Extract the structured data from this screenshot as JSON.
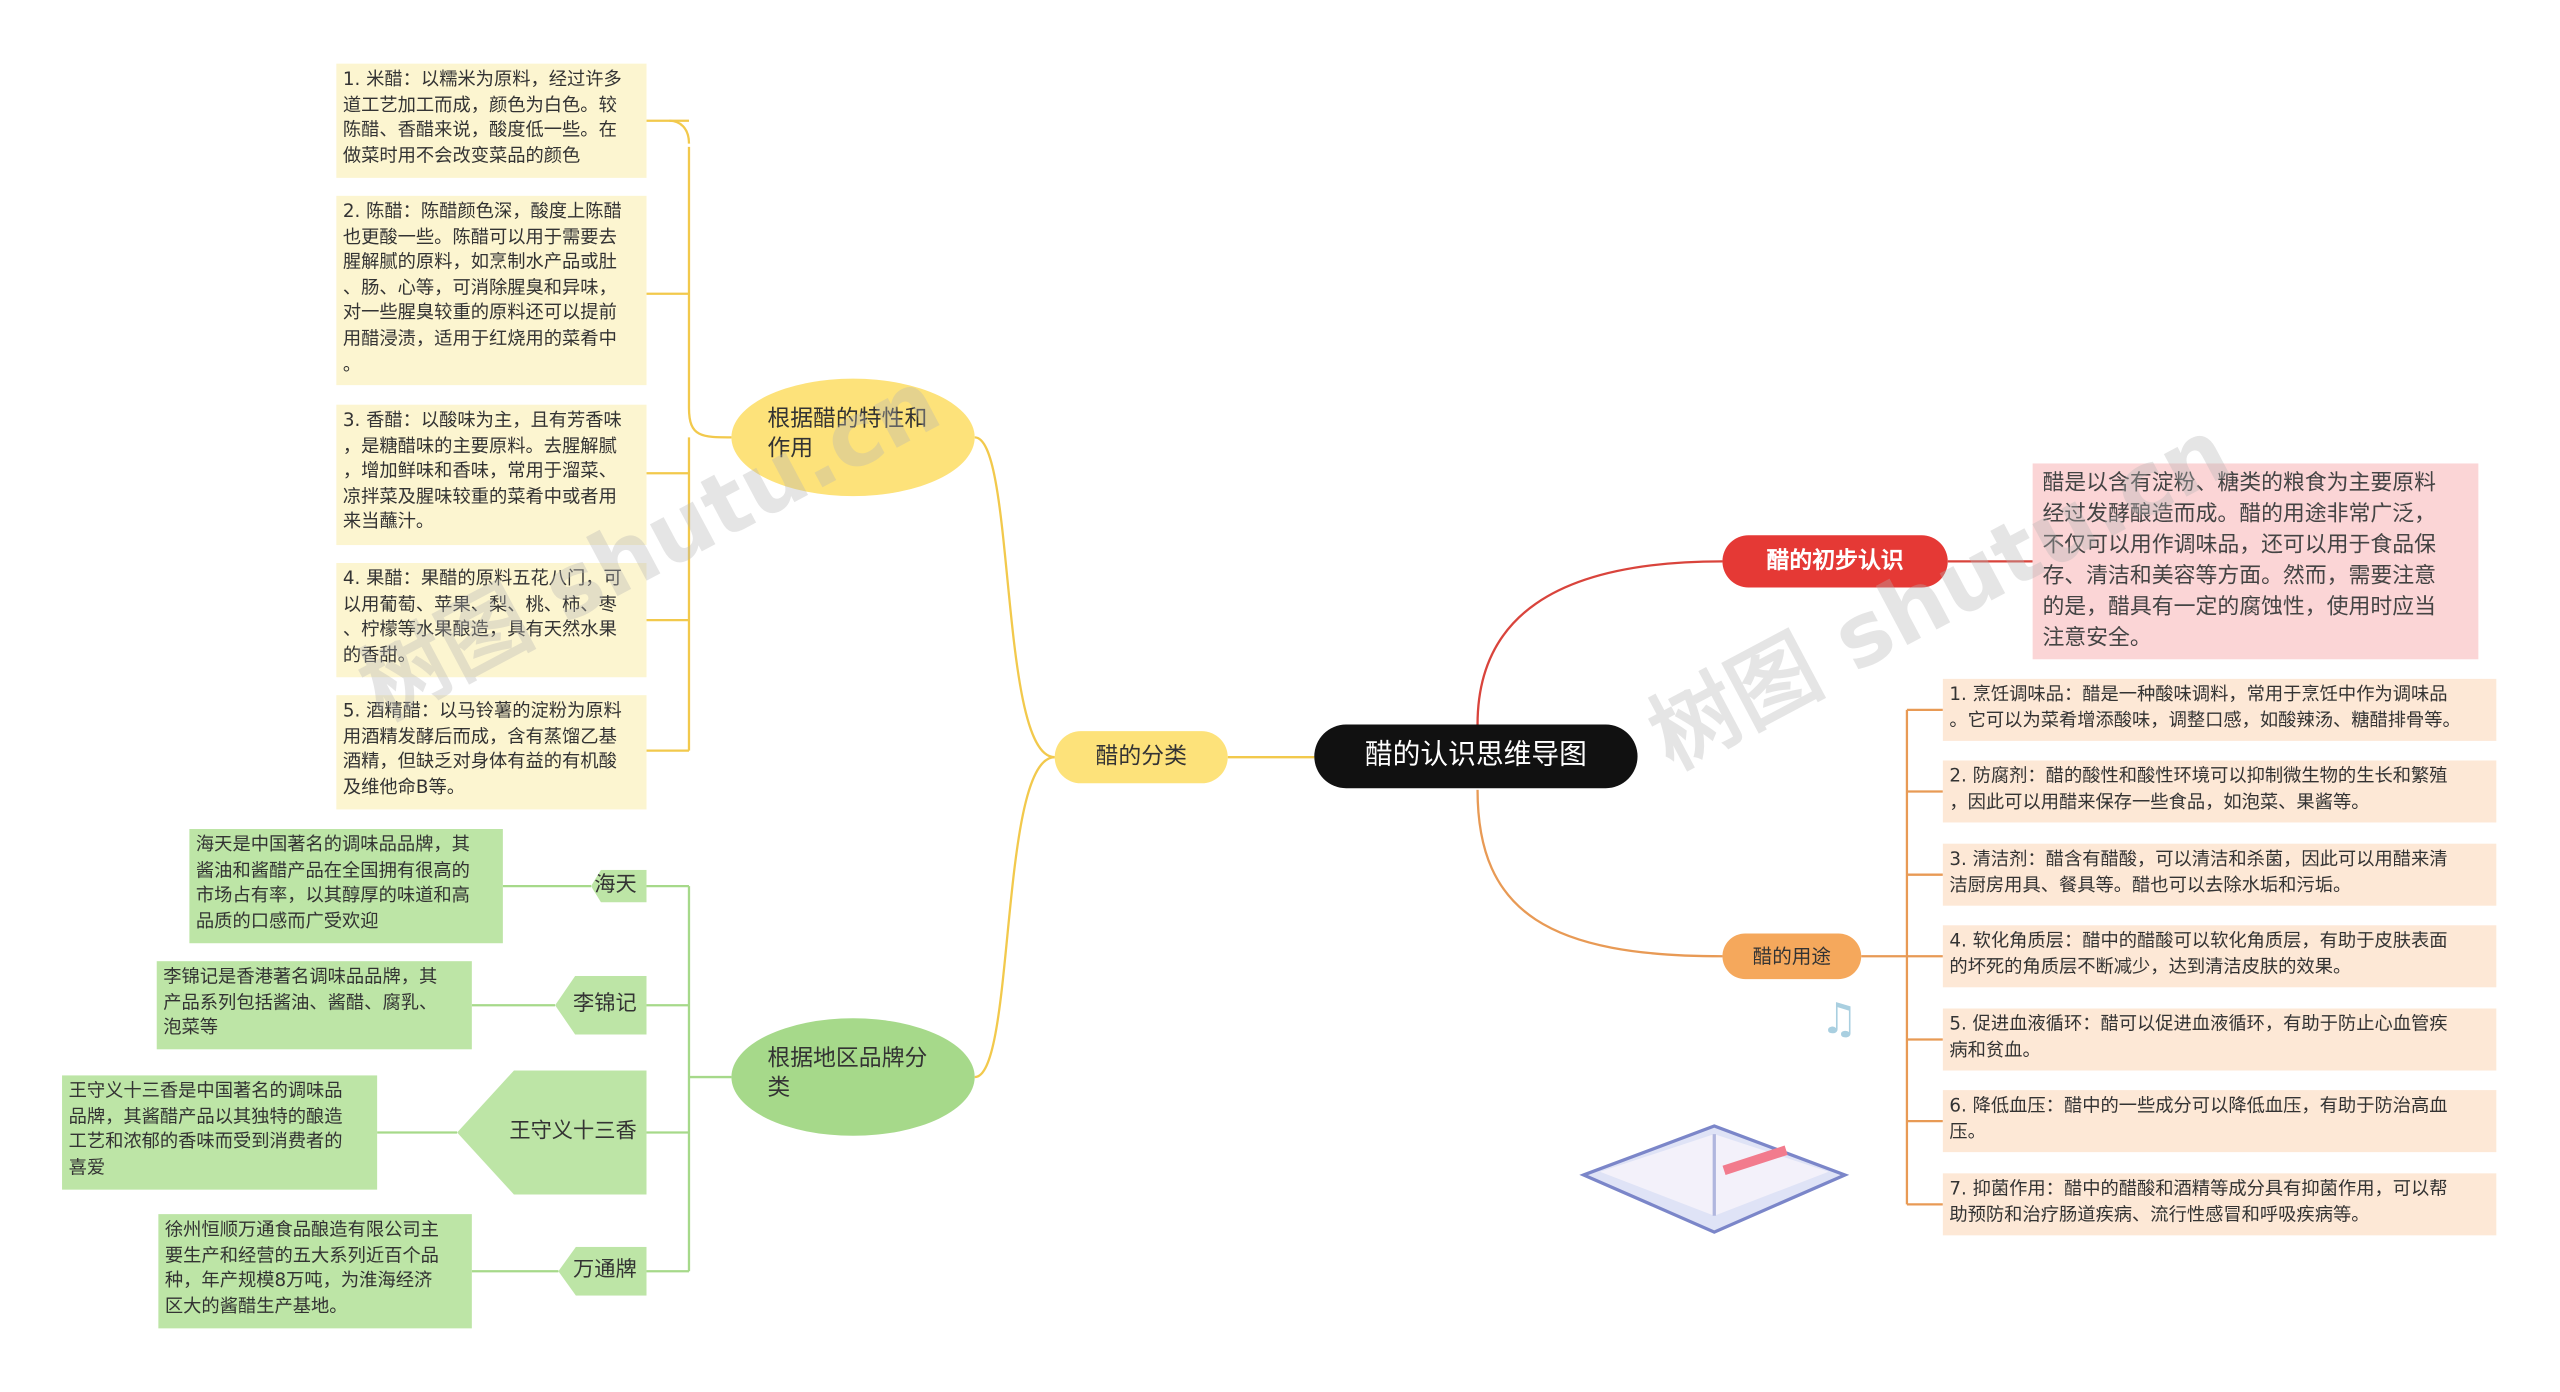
{
  "root": "醋的认识思维导图",
  "classification": {
    "label": "醋的分类",
    "by_property": {
      "label": "根据醋的特性和作用",
      "items": [
        "1. 米醋：以糯米为原料，经过许多\n道工艺加工而成，颜色为白色。较\n陈醋、香醋来说，酸度低一些。在\n做菜时用不会改变菜品的颜色",
        "2. 陈醋：陈醋颜色深，酸度上陈醋\n也更酸一些。陈醋可以用于需要去\n腥解腻的原料，如烹制水产品或肚\n、肠、心等，可消除腥臭和异味，\n对一些腥臭较重的原料还可以提前\n用醋浸渍，适用于红烧用的菜肴中\n。",
        "3. 香醋：以酸味为主，且有芳香味\n，是糖醋味的主要原料。去腥解腻\n，增加鲜味和香味，常用于溜菜、\n凉拌菜及腥味较重的菜肴中或者用\n来当蘸汁。",
        "4. 果醋：果醋的原料五花八门，可\n以用葡萄、苹果、梨、桃、柿、枣\n、柠檬等水果酿造，具有天然水果\n的香甜。",
        "5. 酒精醋：以马铃薯的淀粉为原料\n用酒精发酵后而成，含有蒸馏乙基\n酒精，但缺乏对身体有益的有机酸\n及维他命B等。"
      ]
    },
    "by_region": {
      "label": "根据地区品牌分类",
      "brands": [
        {
          "name": "海天",
          "desc": "海天是中国著名的调味品品牌，其\n酱油和酱醋产品在全国拥有很高的\n市场占有率，以其醇厚的味道和高\n品质的口感而广受欢迎"
        },
        {
          "name": "李锦记",
          "desc": "李锦记是香港著名调味品品牌，其\n产品系列包括酱油、酱醋、腐乳、\n泡菜等"
        },
        {
          "name": "王守义十三香",
          "desc": "王守义十三香是中国著名的调味品\n品牌，其酱醋产品以其独特的酿造\n工艺和浓郁的香味而受到消费者的\n喜爱"
        },
        {
          "name": "万通牌",
          "desc": "徐州恒顺万通食品酿造有限公司主\n要生产和经营的五大系列近百个品\n种，年产规模8万吨，为淮海经济\n区大的酱醋生产基地。"
        }
      ]
    }
  },
  "intro": {
    "label": "醋的初步认识",
    "text": "醋是以含有淀粉、糖类的粮食为主要原料\n经过发酵酿造而成。醋的用途非常广泛，\n不仅可以用作调味品，还可以用于食品保\n存、清洁和美容等方面。然而，需要注意\n的是，醋具有一定的腐蚀性，使用时应当\n注意安全。"
  },
  "uses": {
    "label": "醋的用途",
    "items": [
      "1. 烹饪调味品：醋是一种酸味调料，常用于烹饪中作为调味品\n。它可以为菜肴增添酸味，调整口感，如酸辣汤、糖醋排骨等。",
      "2. 防腐剂：醋的酸性和酸性环境可以抑制微生物的生长和繁殖\n，因此可以用醋来保存一些食品，如泡菜、果酱等。",
      "3. 清洁剂：醋含有醋酸，可以清洁和杀菌，因此可以用醋来清\n洁厨房用具、餐具等。醋也可以去除水垢和污垢。",
      "4. 软化角质层：醋中的醋酸可以软化角质层，有助于皮肤表面\n的坏死的角质层不断减少，达到清洁皮肤的效果。",
      "5. 促进血液循环：醋可以促进血液循环，有助于防止心血管疾\n病和贫血。",
      "6. 降低血压：醋中的一些成分可以降低血压，有助于防治高血\n压。",
      "7. 抑菌作用：醋中的醋酸和酒精等成分具有抑菌作用，可以帮\n助预防和治疗肠道疾病、流行性感冒和呼吸疾病等。"
    ]
  },
  "watermark": "树图 shutu.cn",
  "colors": {
    "root": "#111111",
    "yellow": "#fde27a",
    "green": "#a6d98a",
    "red": "#e53935",
    "orange": "#f5a85c"
  }
}
